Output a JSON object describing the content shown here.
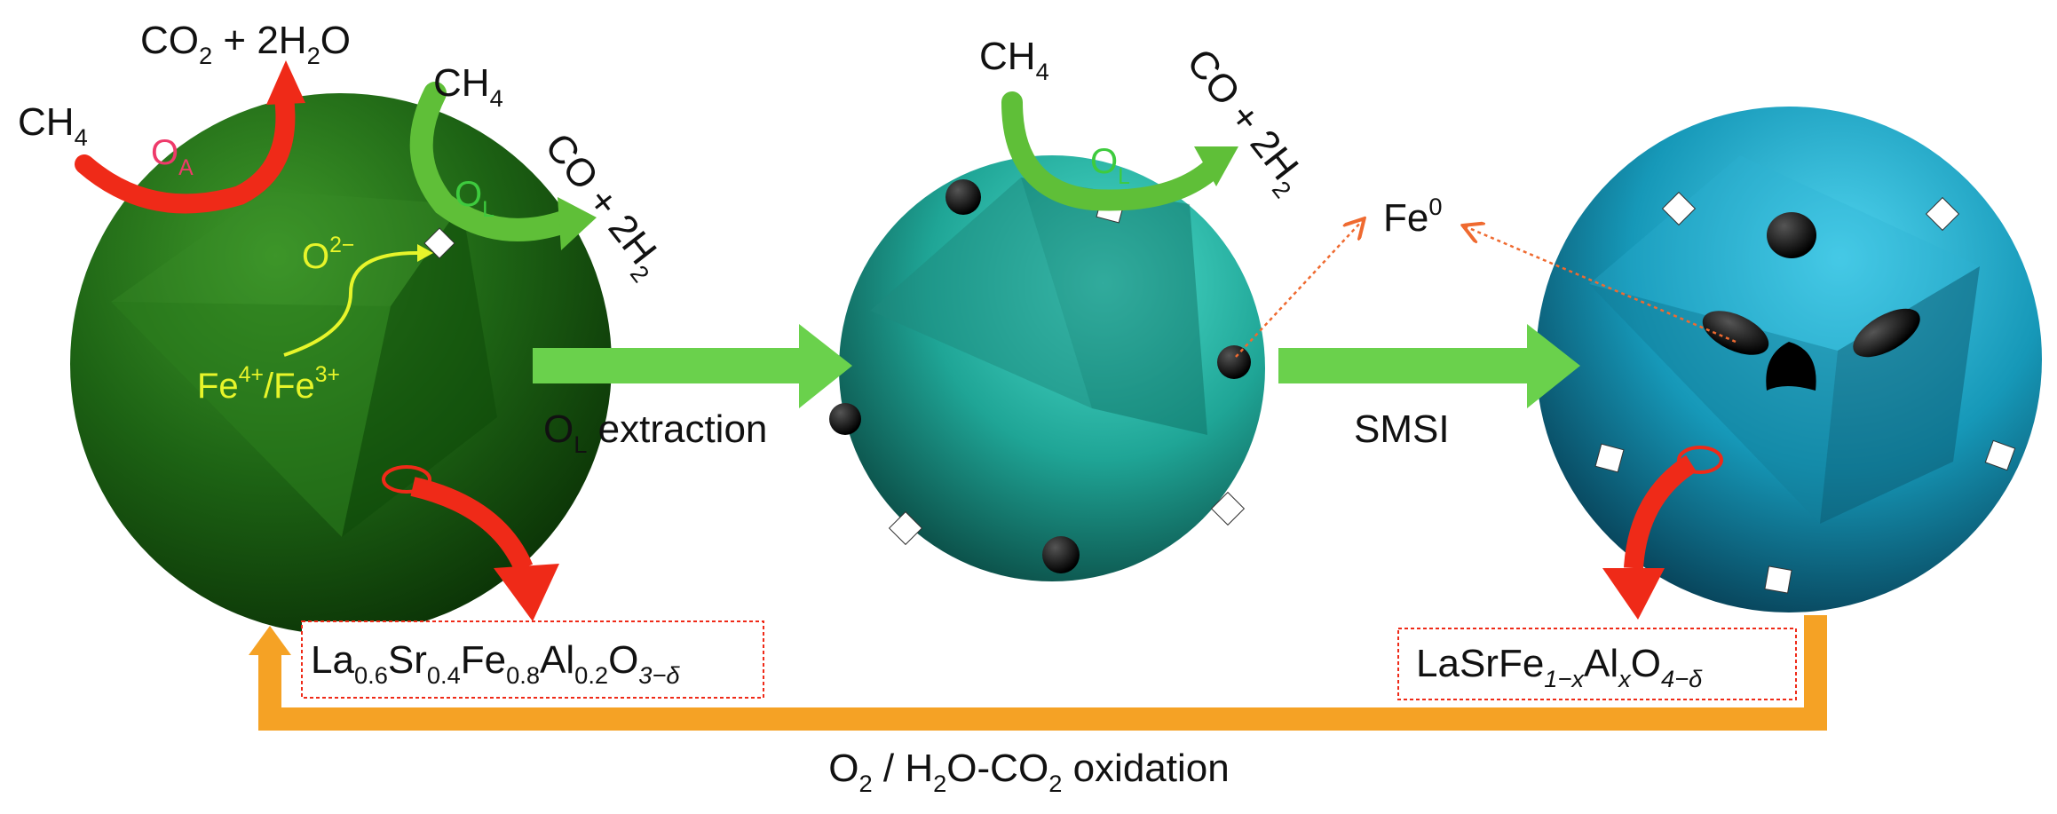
{
  "labels": {
    "ch4_left": "CH",
    "ch4_left_sub": "4",
    "oa": "O",
    "oa_sub": "A",
    "co2_h2o_a": "CO",
    "co2_h2o_a_sub": "2",
    "co2_h2o_b": " + 2H",
    "co2_h2o_b_sub": "2",
    "co2_h2o_c": "O",
    "ch4_mid1": "CH",
    "ch4_mid1_sub": "4",
    "ol1": "O",
    "ol1_sub": "L",
    "co_h2_1a": "CO + 2H",
    "co_h2_1a_sub": "2",
    "o2minus": "O",
    "o2minus_sup": "2−",
    "fe43_a": "Fe",
    "fe43_a_sup": "4+",
    "fe43_b": "/Fe",
    "fe43_b_sup": "3+",
    "ol_extraction_a": "O",
    "ol_extraction_sub": "L",
    "ol_extraction_b": " extraction",
    "ch4_mid2": "CH",
    "ch4_mid2_sub": "4",
    "ol2": "O",
    "ol2_sub": "L",
    "co_h2_2a": "CO + 2H",
    "co_h2_2a_sub": "2",
    "fe0": "Fe",
    "fe0_sup": "0",
    "smsi": "SMSI",
    "perov_1": "La",
    "perov_1_sub": "0.6",
    "perov_2": "Sr",
    "perov_2_sub": "0.4",
    "perov_3": "Fe",
    "perov_3_sub": "0.8",
    "perov_4": "Al",
    "perov_4_sub": "0.2",
    "perov_5": "O",
    "perov_5_sub": "3−δ",
    "rp_1": "LaSrFe",
    "rp_1_sub": "1−x",
    "rp_2": "Al",
    "rp_2_sub": "x",
    "rp_3": "O",
    "rp_3_sub": "4−δ",
    "oxid_1": "O",
    "oxid_1_sub": "2",
    "oxid_2": " / H",
    "oxid_2_sub": "2",
    "oxid_3": "O-CO",
    "oxid_3_sub": "2",
    "oxid_4": " oxidation"
  },
  "colors": {
    "sphere_green": "#1f6a14",
    "sphere_teal": "#27b3a5",
    "sphere_blue": "#1aa7c7",
    "arrow_green": "#6ad14c",
    "arrow_red": "#ef2a18",
    "arrow_orange": "#f5a225",
    "text_red": "#ee3a6a",
    "text_green": "#3ecb3e",
    "text_yellow": "#e7f52a",
    "dotted_orange": "#ef6a30"
  },
  "icons": [
    "sphere-icon",
    "vacancy-square-icon",
    "fe-particle-icon",
    "curved-arrow-icon",
    "block-arrow-icon"
  ]
}
